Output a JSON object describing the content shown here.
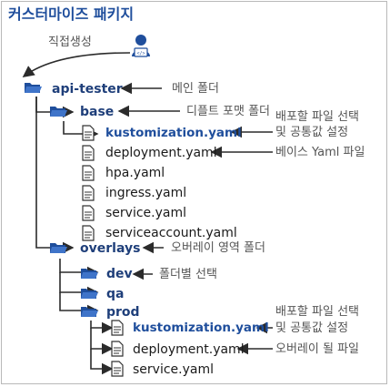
{
  "title": "커스터마이즈 패키지",
  "creator_note": "직접생성",
  "icons": {
    "folder": "folder-icon",
    "file": "file-icon",
    "user": "user-icon"
  },
  "colors": {
    "accent": "#1f4e9c",
    "folder": "#1f4e9c",
    "line": "#2b2b2b",
    "note": "#555555"
  },
  "tree": {
    "root": "api-tester",
    "base": {
      "name": "base",
      "files": [
        "kustomization.yaml",
        "deployment.yaml",
        "hpa.yaml",
        "ingress.yaml",
        "service.yaml",
        "serviceaccount.yaml"
      ]
    },
    "overlays": {
      "name": "overlays",
      "dev": "dev",
      "qa": "qa",
      "prod": {
        "name": "prod",
        "files": [
          "kustomization.yaml",
          "deployment.yaml",
          "service.yaml"
        ]
      }
    }
  },
  "notes": {
    "root": "메인 폴더",
    "base": "디플트 포맷 폴더",
    "base_kustomization_line1": "배포할 파일 선택",
    "base_kustomization_line2": "및 공통값 설정",
    "base_deployment": "베이스 Yaml 파일",
    "overlays": "오버레이 영역 폴더",
    "dev": "폴더별 선택",
    "prod_kustomization_line1": "배포할 파일 선택",
    "prod_kustomization_line2": "및 공통값 설정",
    "prod_deployment": "오버레이 될 파일"
  }
}
